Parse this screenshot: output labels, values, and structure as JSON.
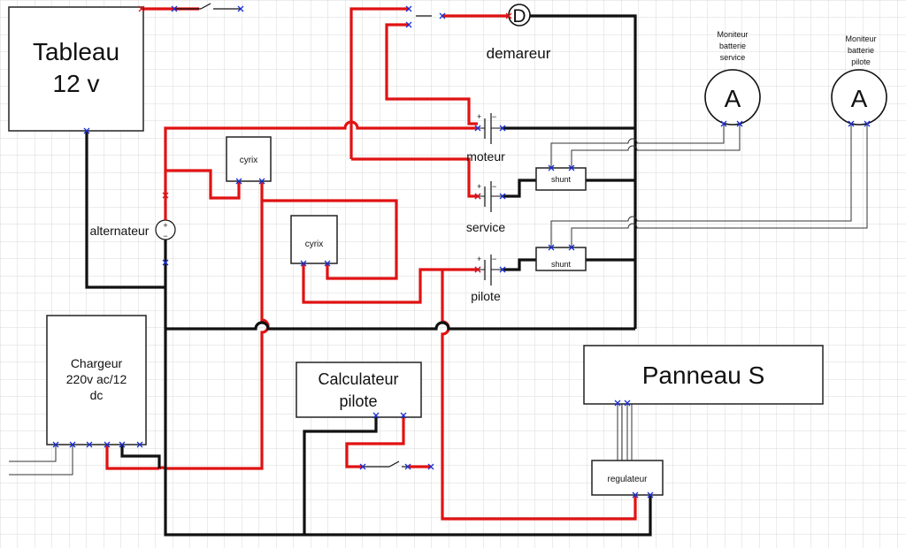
{
  "labels": {
    "tableau": [
      "Tableau",
      "12 v"
    ],
    "chargeur": [
      "Chargeur",
      "220v ac/12",
      "dc"
    ],
    "calculateur": [
      "Calculateur",
      "pilote"
    ],
    "panneau": "Panneau S",
    "regulateur": "regulateur",
    "cyrix": "cyrix",
    "shunt": "shunt",
    "demarreur": "demareur",
    "demarreur_symbol": "D",
    "moteur": "moteur",
    "service": "service",
    "pilote": "pilote",
    "alternateur": "alternateur",
    "ammeter_symbol": "A",
    "moniteur_service": [
      "Moniteur",
      "batterie",
      "service"
    ],
    "moniteur_pilote": [
      "Moniteur",
      "batterie",
      "pilote"
    ],
    "plus": "+",
    "minus": "−"
  },
  "colors": {
    "positive_wire": "#e01212",
    "negative_wire": "#111111",
    "connector_marker": "#1a2fd6",
    "grid": "#d9d9d9"
  },
  "icons": [
    "ammeter-icon",
    "starter-motor-icon",
    "battery-icon",
    "switch-icon",
    "alternator-icon"
  ]
}
